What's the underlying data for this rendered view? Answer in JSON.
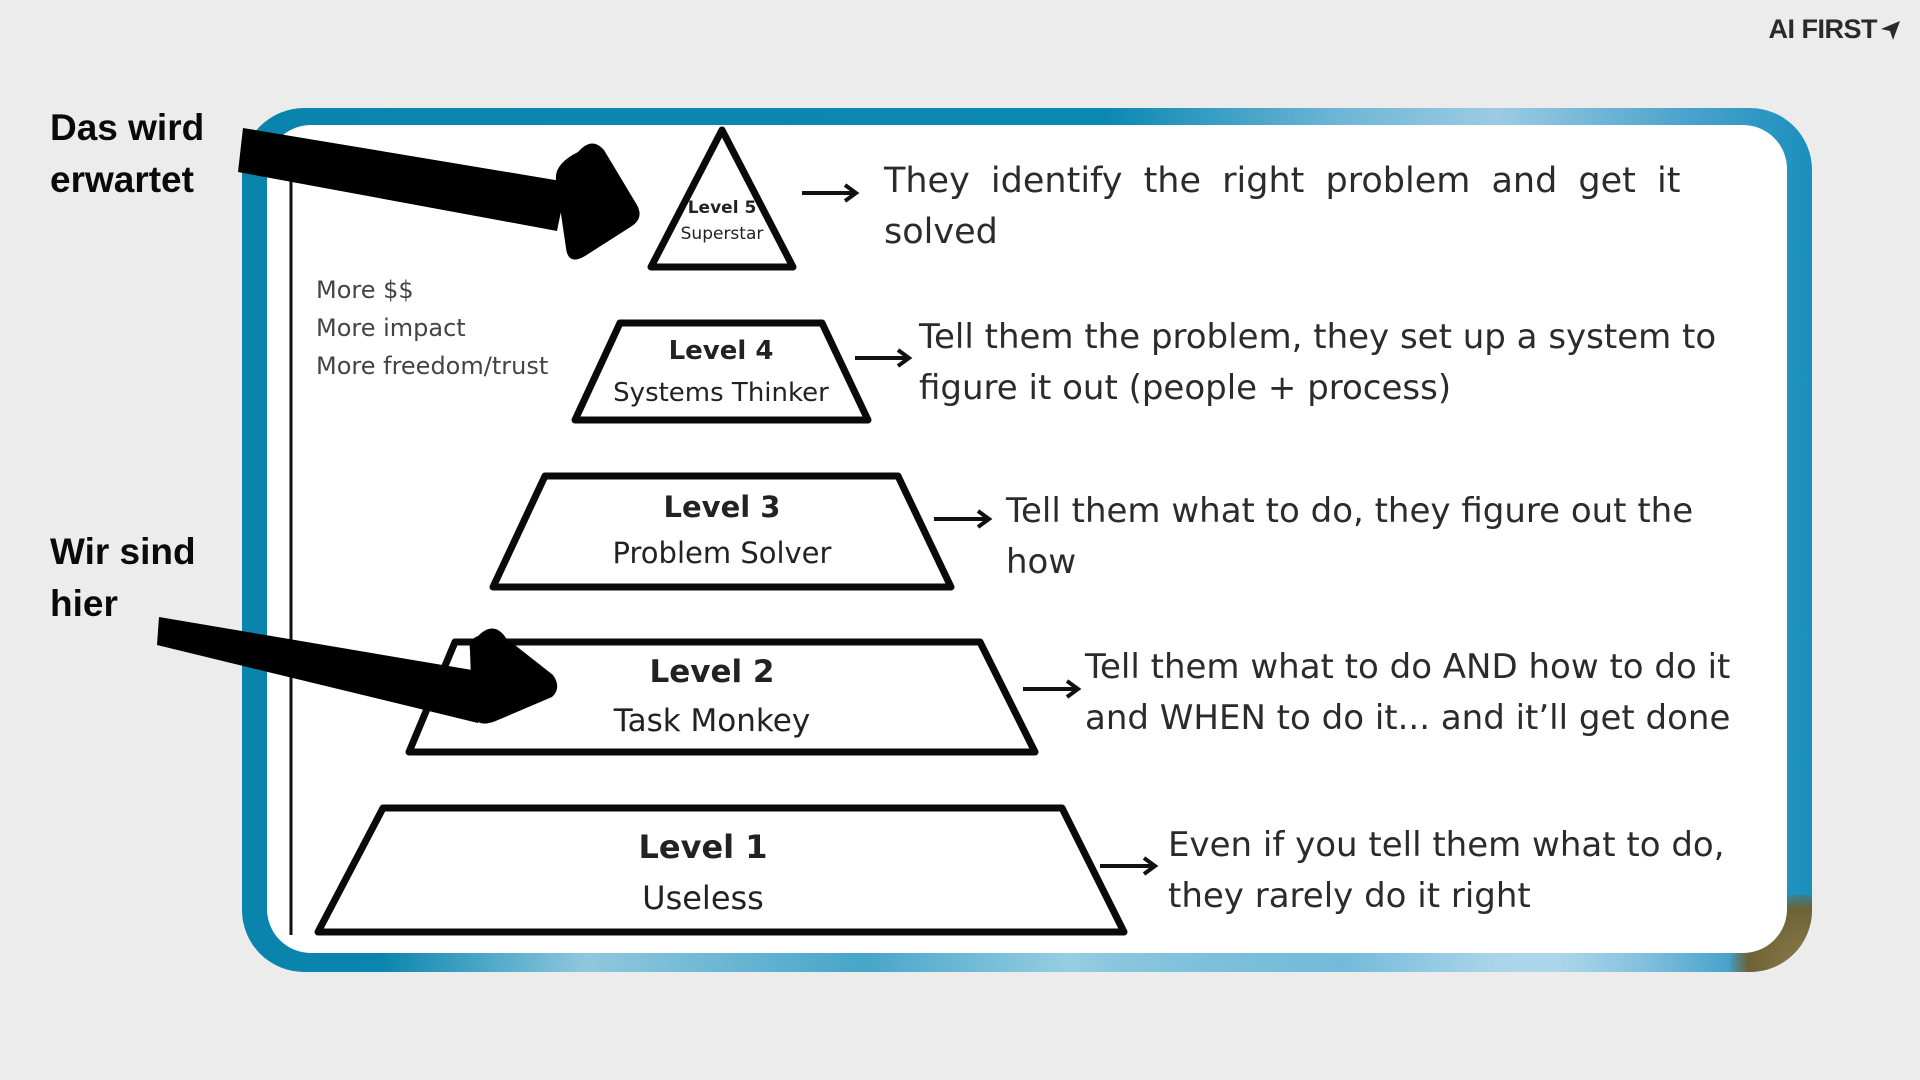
{
  "brand": {
    "logo_text": "AI FIRST",
    "logo_icon": "paper-plane-arrow-icon"
  },
  "colors": {
    "frame": "#0a86b0",
    "background": "#ececec",
    "ink": "#0a0a0a",
    "text": "#2b2b2b"
  },
  "callouts": {
    "expected": {
      "line1": "Das wird",
      "line2": "erwartet"
    },
    "current": {
      "line1": "Wir sind",
      "line2": "hier"
    }
  },
  "axis_labels": [
    "More $$",
    "More impact",
    "More freedom/trust"
  ],
  "levels": [
    {
      "level": "Level 5",
      "name": "Superstar",
      "description": [
        "They identify the right problem and get it",
        "solved"
      ]
    },
    {
      "level": "Level 4",
      "name": "Systems Thinker",
      "description": [
        "Tell them the problem, they set up a system to",
        "figure it out (people + process)"
      ]
    },
    {
      "level": "Level 3",
      "name": "Problem Solver",
      "description": [
        "Tell them what to do, they figure out the",
        "how"
      ]
    },
    {
      "level": "Level 2",
      "name": "Task Monkey",
      "description": [
        "Tell them what to do AND how to do it",
        "and WHEN to do it... and it’ll get done"
      ]
    },
    {
      "level": "Level 1",
      "name": "Useless",
      "description": [
        "Even if you tell them what to do,",
        "they rarely do it right"
      ]
    }
  ]
}
